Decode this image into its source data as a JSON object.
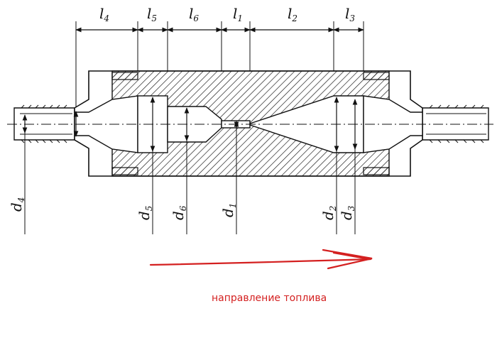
{
  "length_labels": [
    {
      "letter": "l",
      "sub": "4"
    },
    {
      "letter": "l",
      "sub": "5"
    },
    {
      "letter": "l",
      "sub": "6"
    },
    {
      "letter": "l",
      "sub": "1"
    },
    {
      "letter": "l",
      "sub": "2"
    },
    {
      "letter": "l",
      "sub": "3"
    }
  ],
  "diameter_labels": [
    {
      "letter": "d",
      "sub": "4"
    },
    {
      "letter": "d",
      "sub": "5"
    },
    {
      "letter": "d",
      "sub": "6"
    },
    {
      "letter": "d",
      "sub": "1"
    },
    {
      "letter": "d",
      "sub": "2"
    },
    {
      "letter": "d",
      "sub": "3"
    }
  ],
  "flow_caption": "направление топлива",
  "colors": {
    "ink": "#111111",
    "arrow": "#d42020",
    "caption": "#d42020"
  }
}
